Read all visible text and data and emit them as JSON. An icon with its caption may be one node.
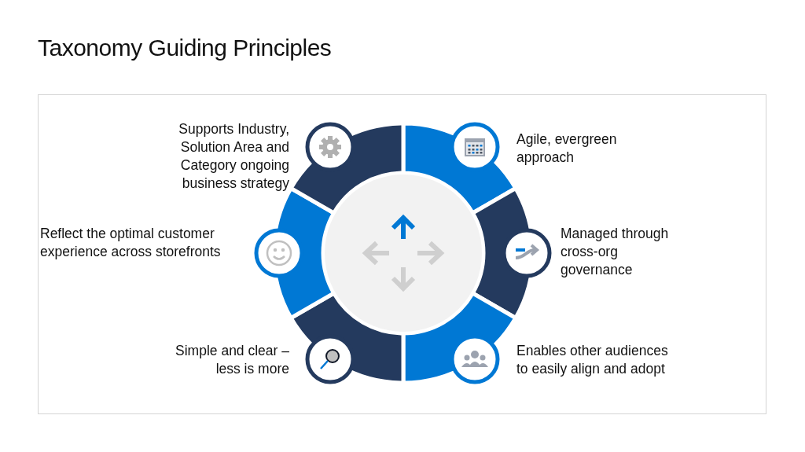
{
  "diagram": {
    "title": "Taxonomy Guiding Principles",
    "labels": [
      "Supports Industry, Solution Area and Category ongoing business strategy",
      "Agile, evergreen approach",
      "Reflect the optimal customer experience across storefronts",
      "Managed through cross-org governance",
      "Simple and clear – less is more",
      "Enables other audiences to easily align and adopt"
    ]
  }
}
